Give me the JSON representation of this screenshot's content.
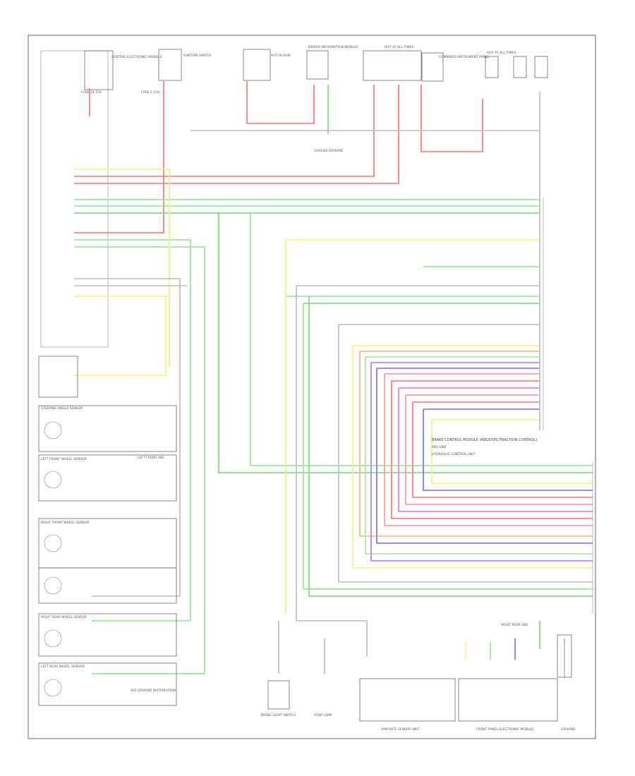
{
  "labels": {
    "top_left_module": "CENTRAL ELECTRONIC MODULE",
    "ignition_switch": "IGNITION SWITCH",
    "hot_run_1": "HOT IN RUN",
    "hot_run_2": "HOT AT ALL TIMES",
    "hot_run_3": "HOT AT ALL TIMES",
    "driver_info": "DRIVER INFORMATION MODULE",
    "instrument": "COMBINED INSTRUMENT PANEL",
    "fuse_box_1": "FUSE 24 15A",
    "fuse_box_2": "FUSE 5 15A",
    "chassis_ground": "CHASSIS GROUND",
    "steering_sensor": "STEERING ANGLE SENSOR",
    "left_front_wheel": "LEFT FRONT WHEEL SENSOR",
    "left_front_abs": "LEFT FRONT ABS",
    "right_front_wheel": "RIGHT FRONT WHEEL SENSOR",
    "right_rear_wheel": "RIGHT REAR WHEEL SENSOR",
    "left_rear_wheel": "LEFT REAR WHEEL SENSOR",
    "see_ground": "SEE GROUND DISTRIBUTION",
    "right_rear_abs": "RIGHT REAR ABS",
    "brake_light_switch": "BRAKE LIGHT SWITCH",
    "stop_lamp": "STOP LAMP",
    "yaw_sensor": "YAW RATE SENSOR UNIT",
    "front_panel": "FRONT PANEL ELECTRONIC MODULE",
    "electronic_module": "BRAKE CONTROL MODULE (ABS/DSTC/TRACTION CONTROL)",
    "abs_unit": "ABS UNIT",
    "hydraulic_unit": "HYDRAULIC CONTROL UNIT",
    "ground_label": "GROUND"
  },
  "colors": {
    "red": "#ff6b6b",
    "pink": "#ff8fa0",
    "yellow": "#f2f27a",
    "green": "#6fdc6f",
    "light_green": "#9ee89e",
    "blue": "#6b6bff",
    "magenta": "#e070e0",
    "orange": "#ffb070",
    "gray": "#aaaaaa",
    "violet": "#b070ff"
  }
}
